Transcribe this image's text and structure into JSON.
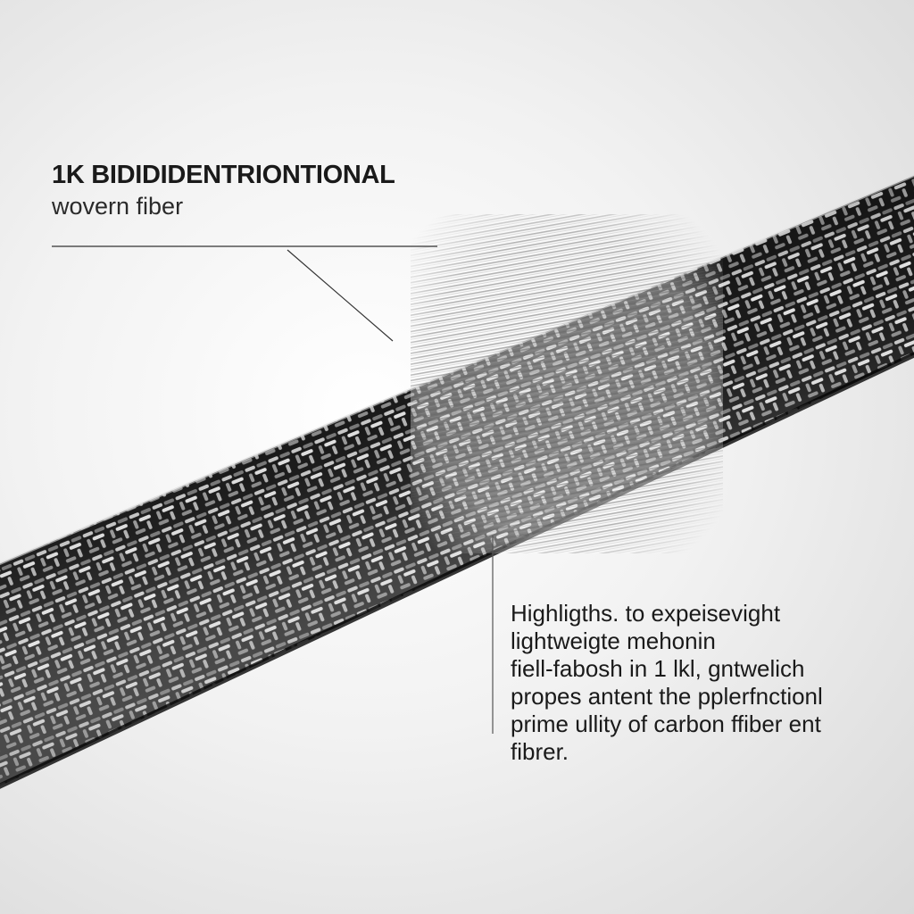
{
  "label_top": {
    "line1": "1K BIDIDIDENTRIONTIONAL",
    "line2": "wovern fiber"
  },
  "label_bottom": {
    "lines": [
      "Highligths. to expeisevight",
      "lightweigte mehonin",
      "fiell-fabosh in 1 lkl, gntwelich",
      "propes antent the pplerfnctionl",
      "prime ullity of carbon ffiber ent",
      "fibrer."
    ]
  },
  "colors": {
    "background": "#efefef",
    "tube_dark": "#151515",
    "weave_light": "#d8d8d8",
    "leader_line": "#333333"
  }
}
